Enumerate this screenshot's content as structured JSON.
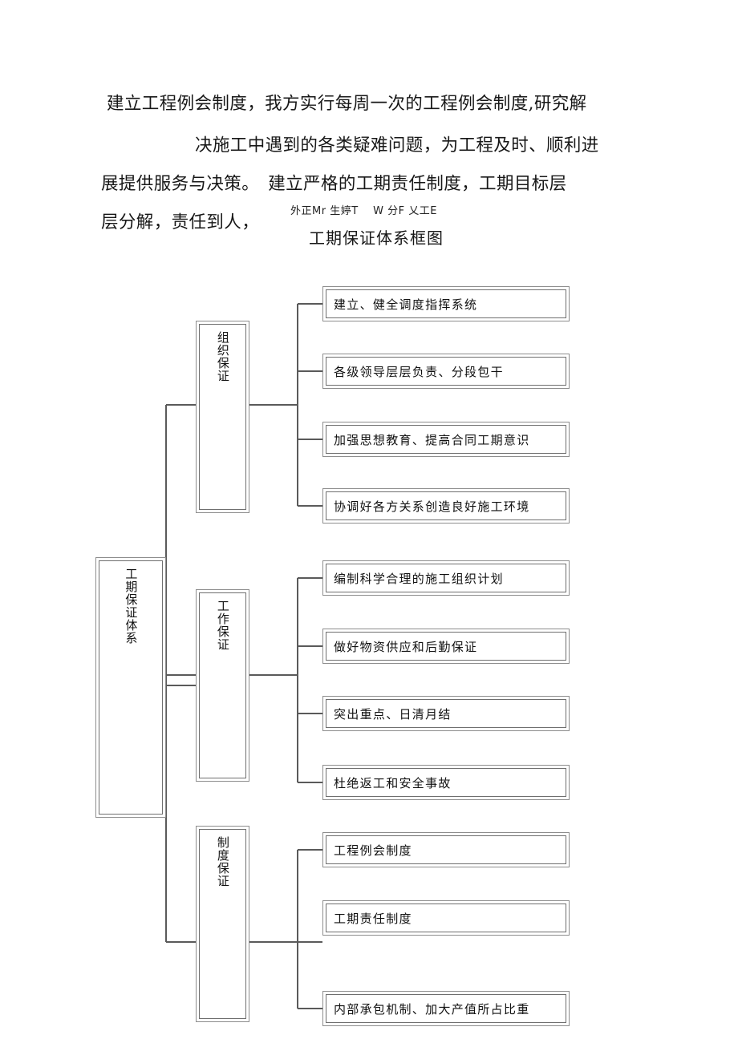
{
  "document": {
    "paragraph_lines": [
      "建立工程例会制度，我方实行每周一次的工程例会制度,研究解",
      "决施工中遇到的各类疑难问题，为工程及时、顺利进",
      "展提供服务与决策。　建立严格的工期责任制度，工期目标层",
      "层分解，责任到人，"
    ],
    "artifact_text": "外正Mr 生婷T    W 分F 乂工E",
    "figure_title": "工期保证体系框图"
  },
  "diagram": {
    "root": {
      "label": "工期保证体系",
      "orientation": "vertical"
    },
    "branches": [
      {
        "label": "组织保证",
        "orientation": "vertical",
        "leaves": [
          "建立、健全调度指挥系统",
          "各级领导层层负责、分段包干",
          "加强思想教育、提高合同工期意识",
          "协调好各方关系创造良好施工环境"
        ]
      },
      {
        "label": "工作保证",
        "orientation": "vertical",
        "leaves": [
          "编制科学合理的施工组织计划",
          "做好物资供应和后勤保证",
          "突出重点、日清月结",
          "杜绝返工和安全事故"
        ]
      },
      {
        "label": "制度保证",
        "orientation": "vertical",
        "leaves": [
          "工程例会制度",
          "工期责任制度",
          "内部承包机制、加大产值所占比重"
        ]
      }
    ],
    "colors": {
      "line": "#5a5a5a",
      "box_outer_border": "#8d8d8d",
      "box_inner_border": "#6f6f6f",
      "background": "#ffffff",
      "text": "#111111"
    }
  }
}
